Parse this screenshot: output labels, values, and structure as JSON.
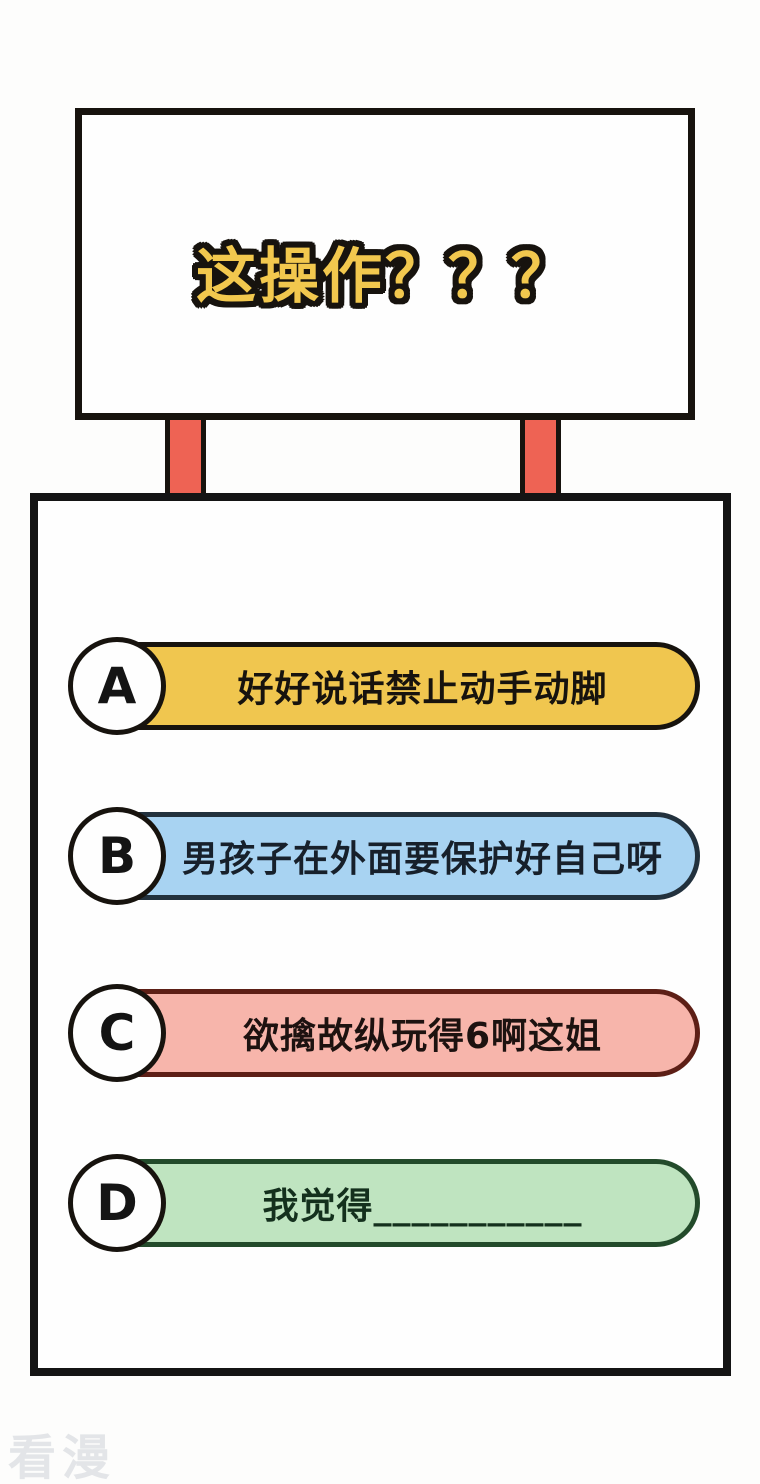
{
  "page": {
    "background": "#fdfdfc",
    "watermark_text": "看漫"
  },
  "sign": {
    "title": "这操作？？？",
    "title_fill": "#F2C84E",
    "title_outline": "#17130e",
    "board_bg": "#fefefe",
    "board_border": "#17130e",
    "post_fill": "#EE6354",
    "post_border": "#17130e"
  },
  "panel": {
    "bg": "#fefefe",
    "border": "#141414"
  },
  "options": [
    {
      "letter": "A",
      "label": "好好说话禁止动手动脚",
      "fill": "#F0C64F",
      "border": "#17130e",
      "text": "#17130e"
    },
    {
      "letter": "B",
      "label": "男孩子在外面要保护好自己呀",
      "fill": "#A8D3F2",
      "border": "#22313d",
      "text": "#17202b"
    },
    {
      "letter": "C",
      "label": "欲擒故纵玩得6啊这姐",
      "fill": "#F7B5AB",
      "border": "#5d1f16",
      "text": "#1d1210"
    },
    {
      "letter": "D",
      "label": "我觉得___________",
      "fill": "#BFE4C0",
      "border": "#234b2b",
      "text": "#14301d"
    }
  ]
}
